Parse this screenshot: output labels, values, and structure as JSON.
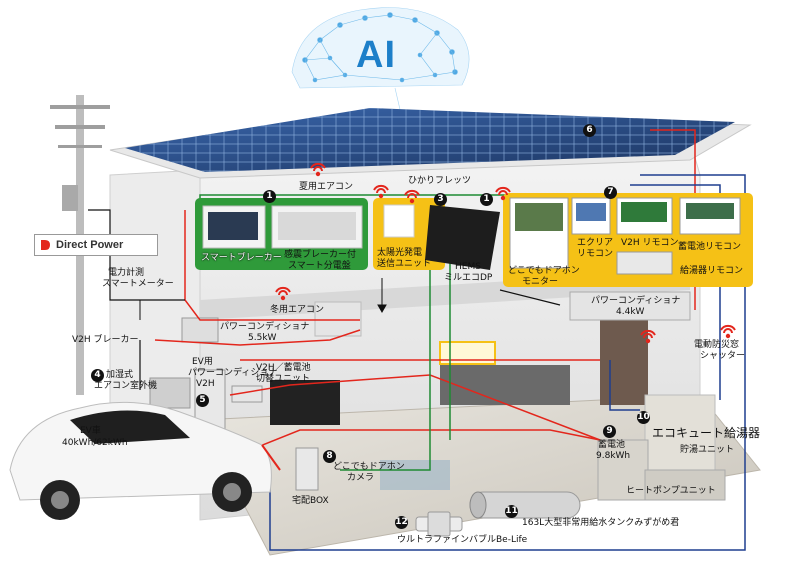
{
  "ai_label": "AI",
  "brand": {
    "name": "Direct Power"
  },
  "markers": {
    "m1a": "1",
    "m1b": "1",
    "m3": "3",
    "m4": "4",
    "m5": "5",
    "m6": "6",
    "m7": "7",
    "m8": "8",
    "m9": "9",
    "m10": "10",
    "m11": "11",
    "m12": "12"
  },
  "labels": {
    "summer_ac": "夏用エアコン",
    "hikari_flets": "ひかりフレッツ",
    "smart_breaker": "スマートブレーカー",
    "quake_breaker_1": "感震ブレーカー付",
    "quake_breaker_2": "スマート分電盤",
    "solar_tx_1": "太陽光発電",
    "solar_tx_2": "送信ユニット",
    "hems_1": "HEMS",
    "hems_2": "ミルエコDP",
    "doorphone_monitor_1": "どこでもドアホン",
    "doorphone_monitor_2": "モニター",
    "ecuri_remote_1": "エクリア",
    "ecuri_remote_2": "リモコン",
    "v2h_remote": "V2H リモコン",
    "battery_remote": "蓄電池リモコン",
    "water_heater_remote": "給湯器リモコン",
    "power_meter_1": "電力計測",
    "power_meter_2": "スマートメーター",
    "winter_ac": "冬用エアコン",
    "pcs_55_1": "パワーコンディショナ",
    "pcs_55_2": "5.5kW",
    "pcs_44_1": "パワーコンディショナ",
    "pcs_44_2": "4.4kW",
    "v2h_breaker": "V2H ブレーカー",
    "ev_pcs_1": "EV用",
    "ev_pcs_2": "パワーコンディショナ",
    "ev_pcs_3": "V2H",
    "v2h_switch_1": "V2H／蓄電池",
    "v2h_switch_2": "切替ユニット",
    "humid_ac_1": "加湿式",
    "humid_ac_2": "エアコン室外機",
    "ev_car_1": "EV車",
    "ev_car_2": "40kWh/62kWh",
    "shutter_1": "電動防災窓",
    "shutter_2": "シャッター",
    "ecocute": "エコキュート給湯器",
    "battery_1": "蓄電池",
    "battery_2": "9.8kWh",
    "tank_unit": "貯湯ユニット",
    "heat_pump": "ヒートポンプユニット",
    "doorphone_camera_1": "どこでもドアホン",
    "doorphone_camera_2": "カメラ",
    "delivery_box": "宅配BOX",
    "water_tank": "163L大型非常用給水タンクみずがめ君",
    "bubble": "ウルトラファインバブルBe-Life"
  },
  "colors": {
    "green_panel": "#2f9a3a",
    "yellow_panel": "#f5c116",
    "red_line": "#e3261c",
    "blue_line": "#1f3e8f",
    "green_line": "#1e8a33",
    "solar": "#2d4f8a",
    "ai_blue": "#1d7fc9"
  }
}
